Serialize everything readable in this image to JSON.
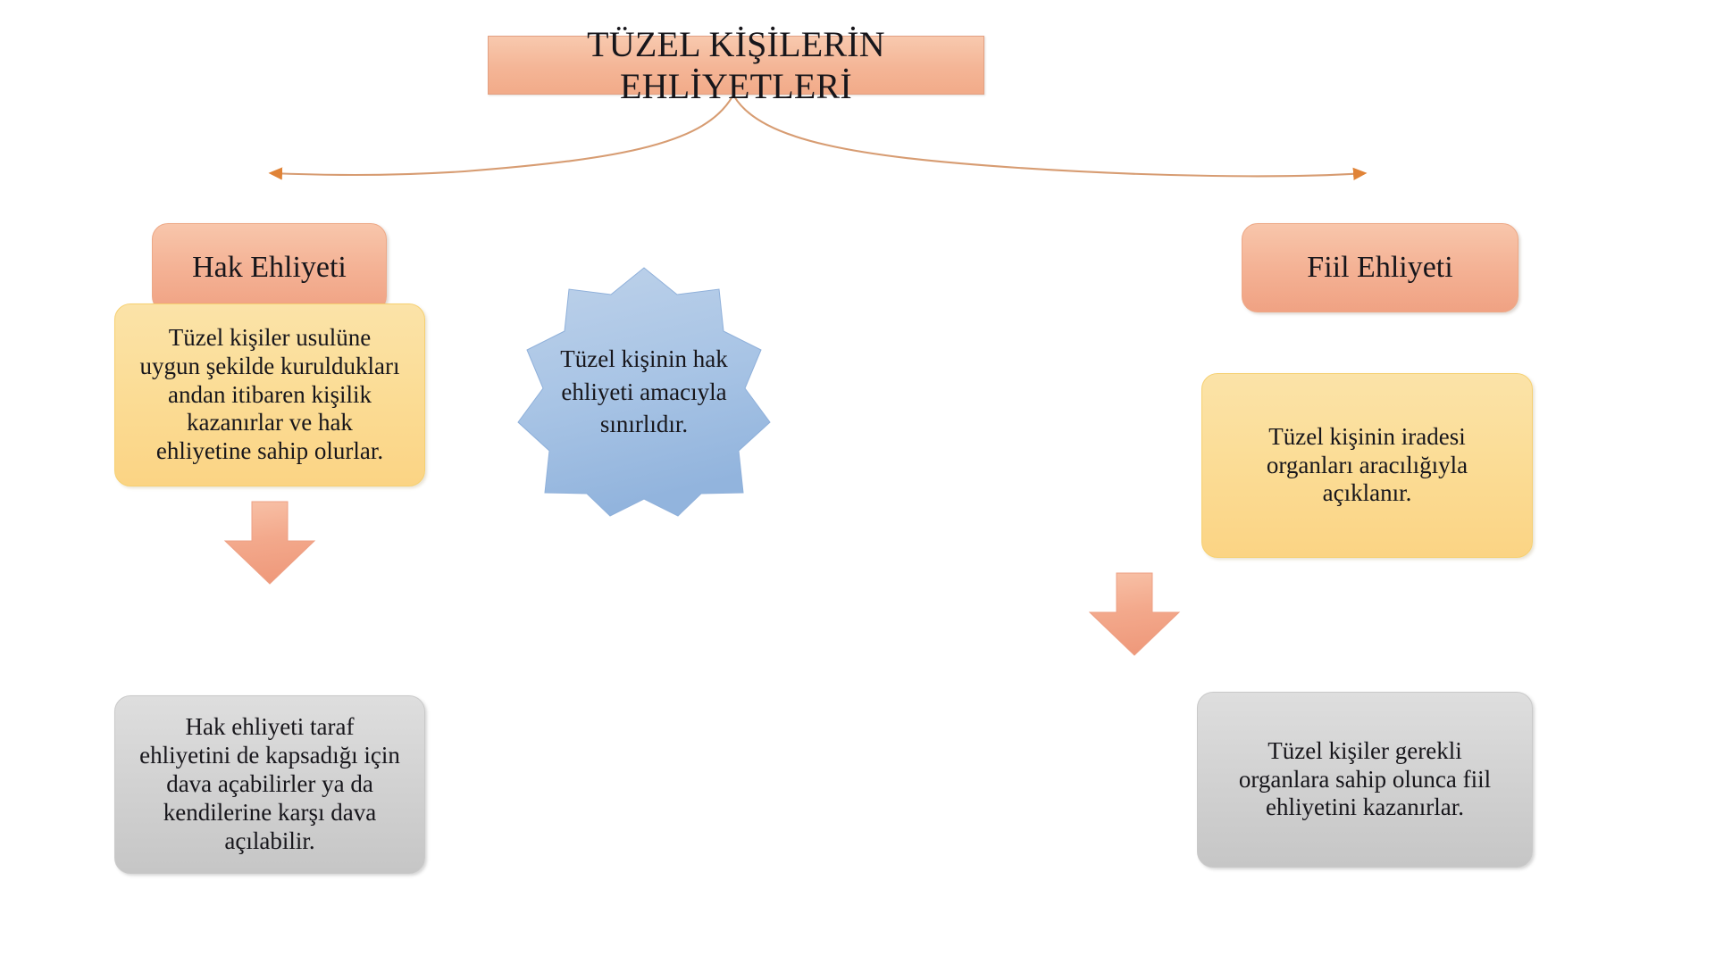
{
  "diagram": {
    "title": "TÜZEL KİŞİLERİN EHLİYETLERİ",
    "branches": {
      "left": {
        "heading": "Hak Ehliyeti",
        "detail": "Tüzel kişiler usulüne\nuygun şekilde kuruldukları\nandan itibaren kişilik\nkazanırlar ve hak\nehliyetine sahip olurlar.",
        "result": "Hak ehliyeti taraf\nehliyetini de kapsadığı için\ndava açabilirler ya da\nkendilerine karşı dava\naçılabilir."
      },
      "right": {
        "heading": "Fiil Ehliyeti",
        "detail": "Tüzel kişinin iradesi\norganları aracılığıyla\naçıklanır.",
        "result": "Tüzel kişiler gerekli\norganlara sahip olunca fiil\nehliyetini kazanırlar."
      }
    },
    "center_note": "Tüzel kişinin hak\nehliyeti amacıyla\nsınırlıdır.",
    "colors": {
      "title_fill": "#f4b596",
      "branch_fill": "#f4b295",
      "yellow_fill": "#fbdd97",
      "gray_fill": "#d3d3d3",
      "star_fill": "#a8c4e5",
      "arrow_fill": "#f3a98c",
      "connector_stroke": "#d79c72",
      "text": "#17161b"
    },
    "icons": {
      "arrow_left": "down-arrow-icon",
      "arrow_right": "down-arrow-icon",
      "starburst": "starburst-icon"
    }
  }
}
